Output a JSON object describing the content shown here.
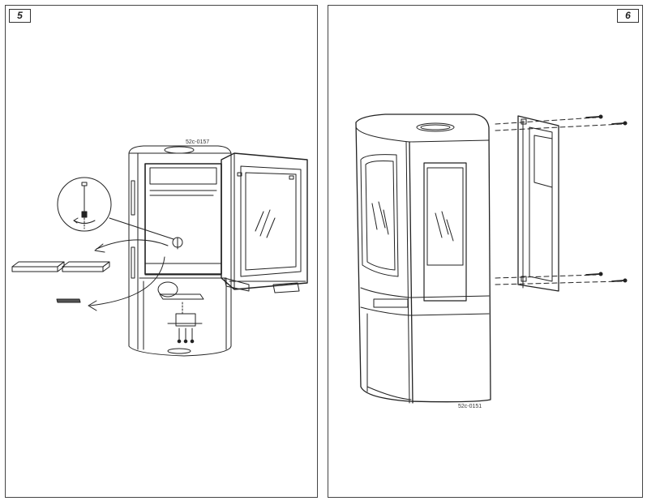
{
  "panels": [
    {
      "step_number": "5",
      "reference_code": "52c-0157",
      "illustration": "stove-door-removal"
    },
    {
      "step_number": "6",
      "reference_code": "52c-0151",
      "illustration": "side-panel-mounting"
    }
  ],
  "colors": {
    "line": "#222222",
    "border": "#444444",
    "background": "#ffffff"
  }
}
